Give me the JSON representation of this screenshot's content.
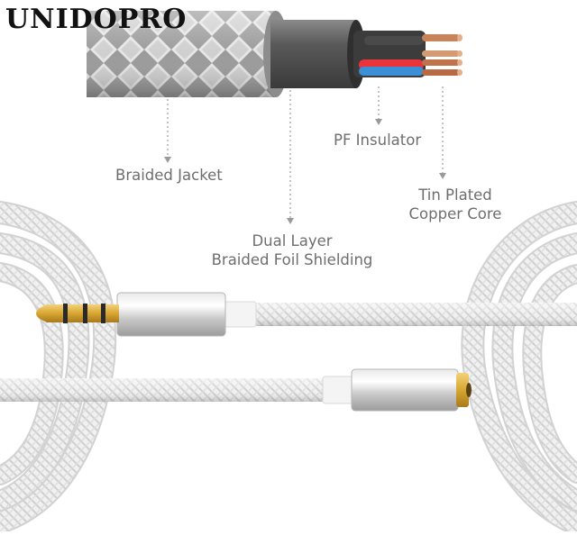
{
  "brand": "UNIDOPRO",
  "labels": {
    "braided_jacket": "Braided Jacket",
    "pf_insulator": "PF Insulator",
    "tin_plated_line1": "Tin Plated",
    "tin_plated_line2": "Copper Core",
    "dual_layer_line1": "Dual Layer",
    "dual_layer_line2": "Braided Foil Shielding"
  },
  "colors": {
    "wire_red": "#e8343a",
    "wire_blue": "#3a8fd6",
    "copper": "#c8835a",
    "gold": "#d8a632",
    "label_grey": "#6e6e6e"
  }
}
